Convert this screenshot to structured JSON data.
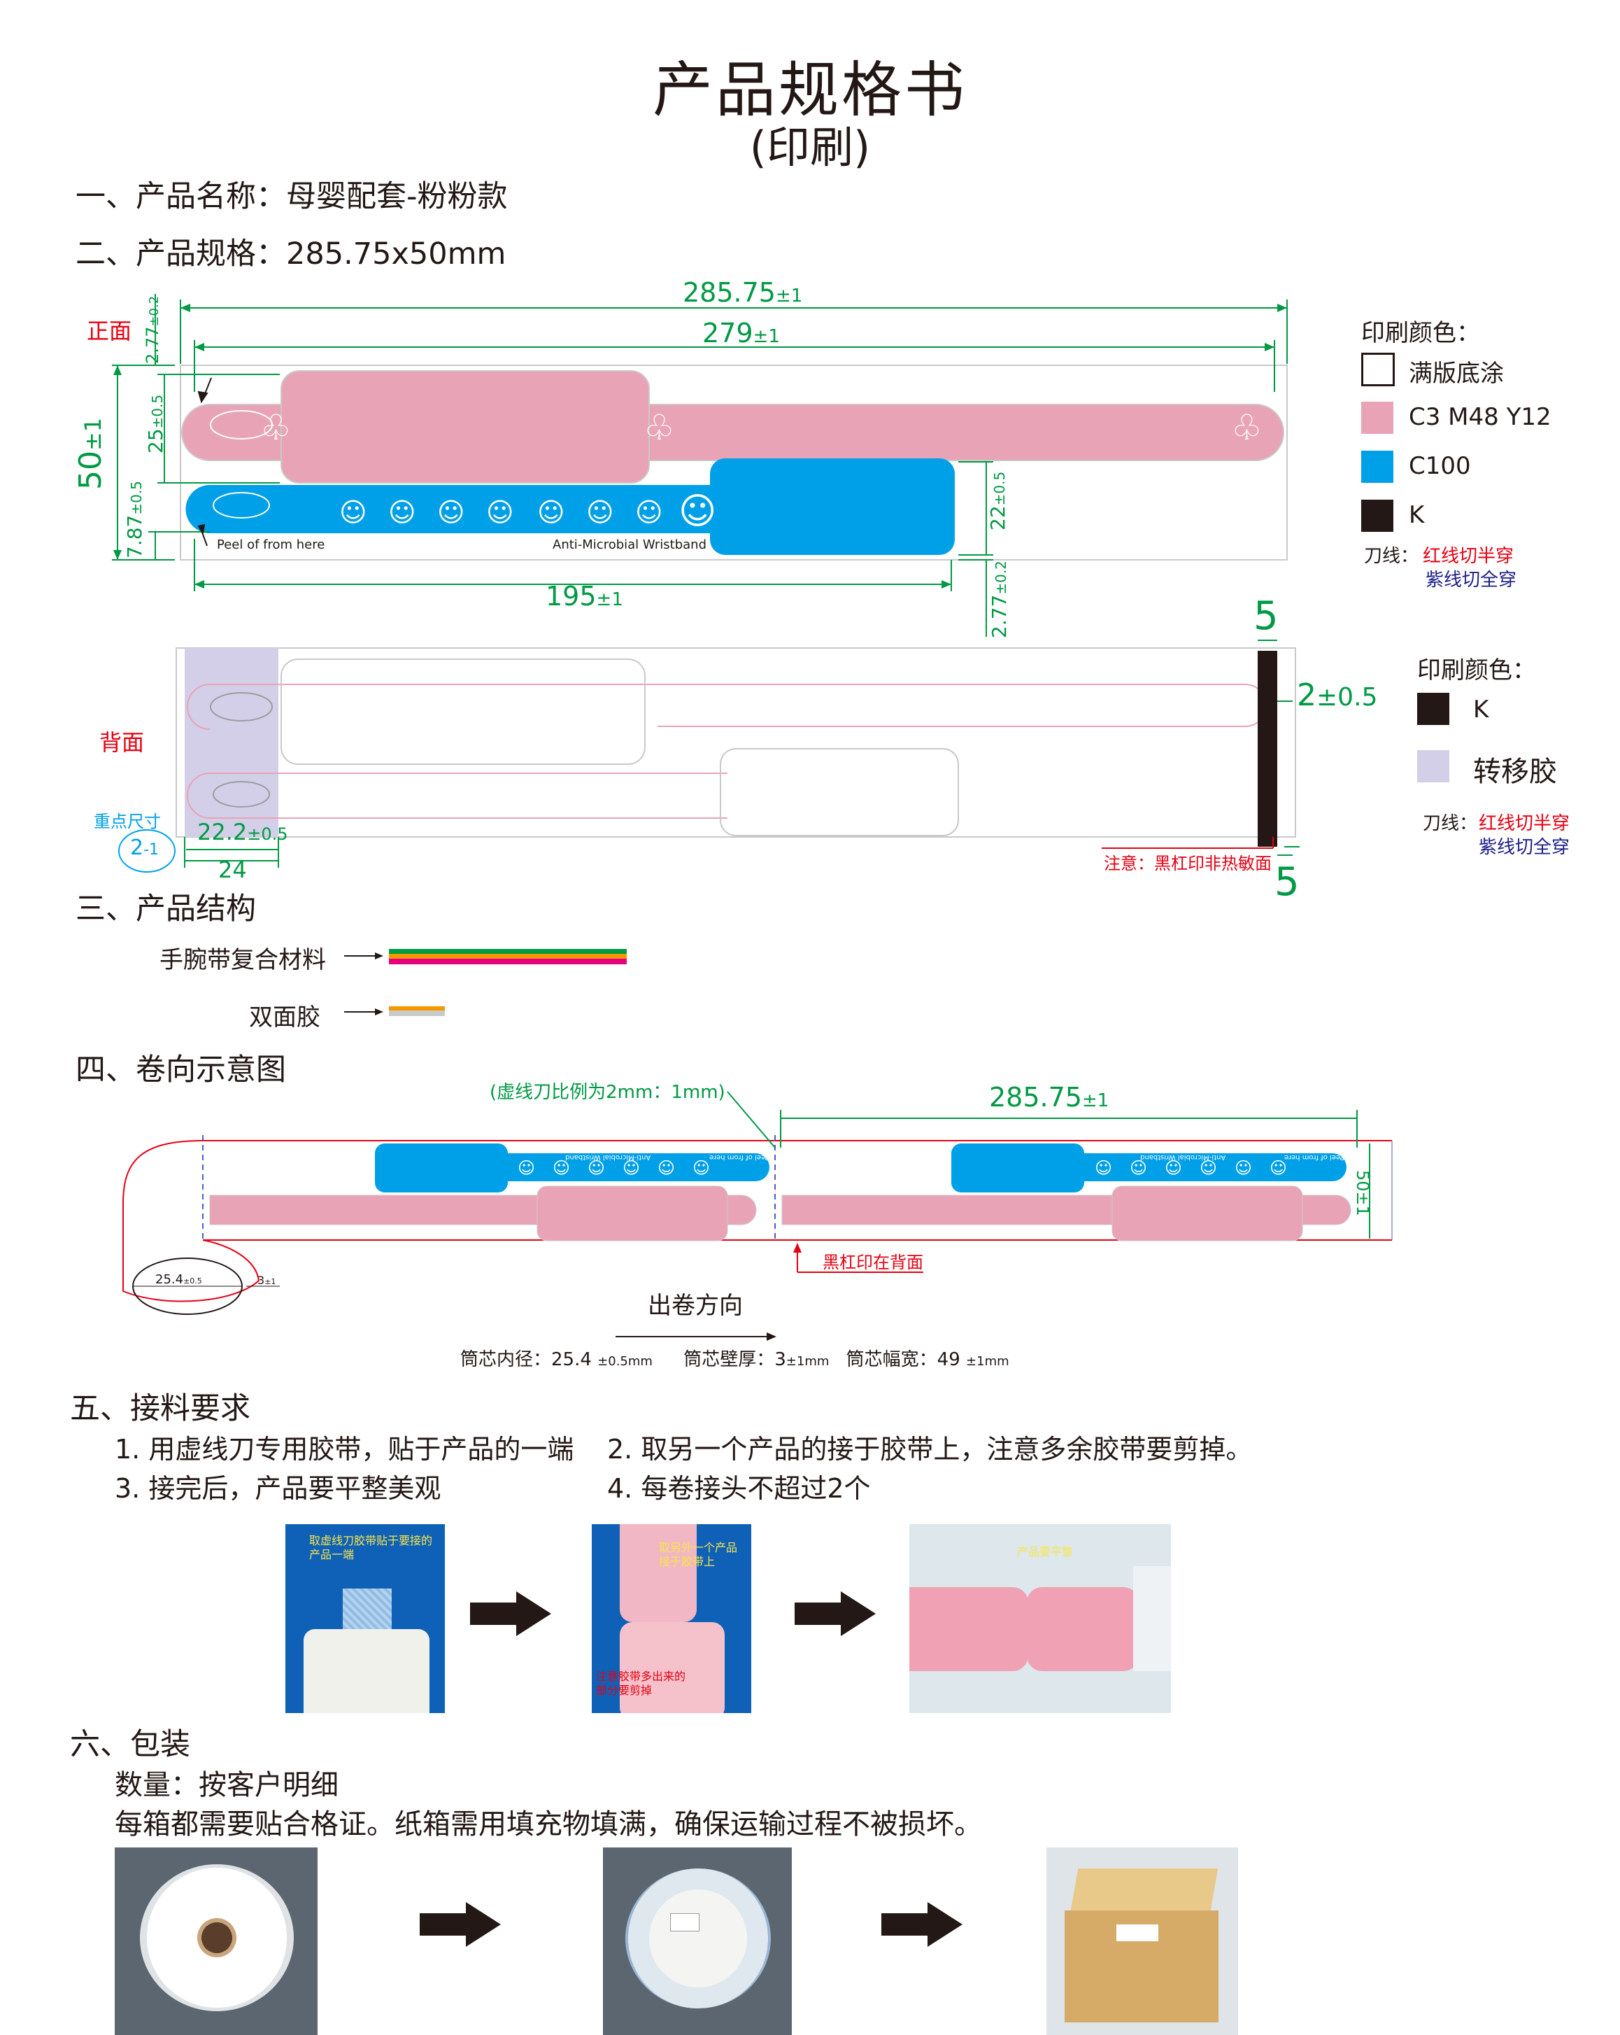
{
  "header": {
    "title": "产品规格书",
    "subtitle": "(印刷)"
  },
  "section1": {
    "heading": "一、产品名称：母婴配套-粉粉款"
  },
  "section2": {
    "heading": "二、产品规格：285.75x50mm",
    "front": {
      "label": "正面",
      "dim_total": "285.75",
      "dim_total_tol": "±1",
      "dim_inner": "279",
      "dim_inner_tol": "±1",
      "dim_195": "195",
      "dim_195_tol": "±1",
      "dim_50": "50",
      "dim_50_tol": "±1",
      "dim_277_top": "2.77",
      "dim_277_top_tol": "±0.2",
      "dim_25": "25",
      "dim_25_tol": "±0.5",
      "dim_787": "7.87",
      "dim_787_tol": "±0.5",
      "dim_22": "22",
      "dim_22_tol": "±0.5",
      "dim_277_bot": "2.77",
      "dim_277_bot_tol": "±0.2",
      "peel_text": "Peel of from here",
      "band_text": "Anti-Microbial Wristband"
    },
    "front_legend": {
      "title": "印刷颜色：",
      "items": [
        {
          "label": "满版底涂",
          "color": "#ffffff"
        },
        {
          "label": "C3 M48 Y12",
          "color": "#e9a3b7"
        },
        {
          "label": "C100",
          "color": "#00a0e9"
        },
        {
          "label": "K",
          "color": "#231815"
        }
      ],
      "knife_prefix": "刀线：",
      "knife_red": "红线切半穿",
      "knife_purple": "紫线切全穿"
    },
    "back": {
      "label": "背面",
      "key_dim_label": "重点尺寸",
      "dim_2": "2",
      "dim_2_tol": "-1",
      "dim_222": "22.2",
      "dim_222_tol": "±0.5",
      "dim_24": "24",
      "dim_5_top": "5",
      "dim_2b": "2",
      "dim_2b_tol": "±0.5",
      "dim_5_bot": "5",
      "note": "注意：黑杠印非热敏面"
    },
    "back_legend": {
      "title": "印刷颜色：",
      "items": [
        {
          "label": "K",
          "color": "#231815"
        },
        {
          "label": "转移胶",
          "color": "#d3cfe8"
        }
      ],
      "knife_prefix": "刀线：",
      "knife_red": "红线切半穿",
      "knife_purple": "紫线切全穿"
    }
  },
  "section3": {
    "heading": "三、产品结构",
    "item1": "手腕带复合材料",
    "item2": "双面胶"
  },
  "section4": {
    "heading": "四、卷向示意图",
    "dashed_note": "(虚线刀比例为2mm：1mm)",
    "dim_total": "285.75",
    "dim_total_tol": "±1",
    "dim_50": "50±1",
    "core_dia": "25.4",
    "core_dia_tol": "±0.5",
    "wall": "3",
    "wall_tol": "±1",
    "black_bar_note": "黑杠印在背面",
    "direction": "出卷方向",
    "spec_inner_label": "筒芯内径：25.4",
    "spec_inner_tol": "±0.5mm",
    "spec_wall_label": "筒芯壁厚：",
    "spec_wall_value": "3",
    "spec_wall_tol": "±1mm",
    "spec_width_label": "筒芯幅宽：",
    "spec_width_value": "49",
    "spec_width_tol": "±1mm",
    "band_text": "Anti-Microbial Wristband",
    "peel_text": "Peel of from here"
  },
  "section5": {
    "heading": "五、接料要求",
    "req1": "1. 用虚线刀专用胶带，贴于产品的一端",
    "req2": "2. 取另一个产品的接于胶带上，注意多余胶带要剪掉。",
    "req3": "3. 接完后，产品要平整美观",
    "req4": "4. 每卷接头不超过2个",
    "photo1_caption": "取虚线刀胶带贴于要接的产品一端",
    "photo2_caption_top": "取另外一个产品接于胶带上",
    "photo2_caption_bottom": "注意胶带多出来的部分要剪掉",
    "photo3_caption": "产品要平整"
  },
  "section6": {
    "heading": "六、包装",
    "quantity": "数量：按客户明细",
    "note": "每箱都需要贴合格证。纸箱需用填充物填满，确保运输过程不被损坏。"
  }
}
